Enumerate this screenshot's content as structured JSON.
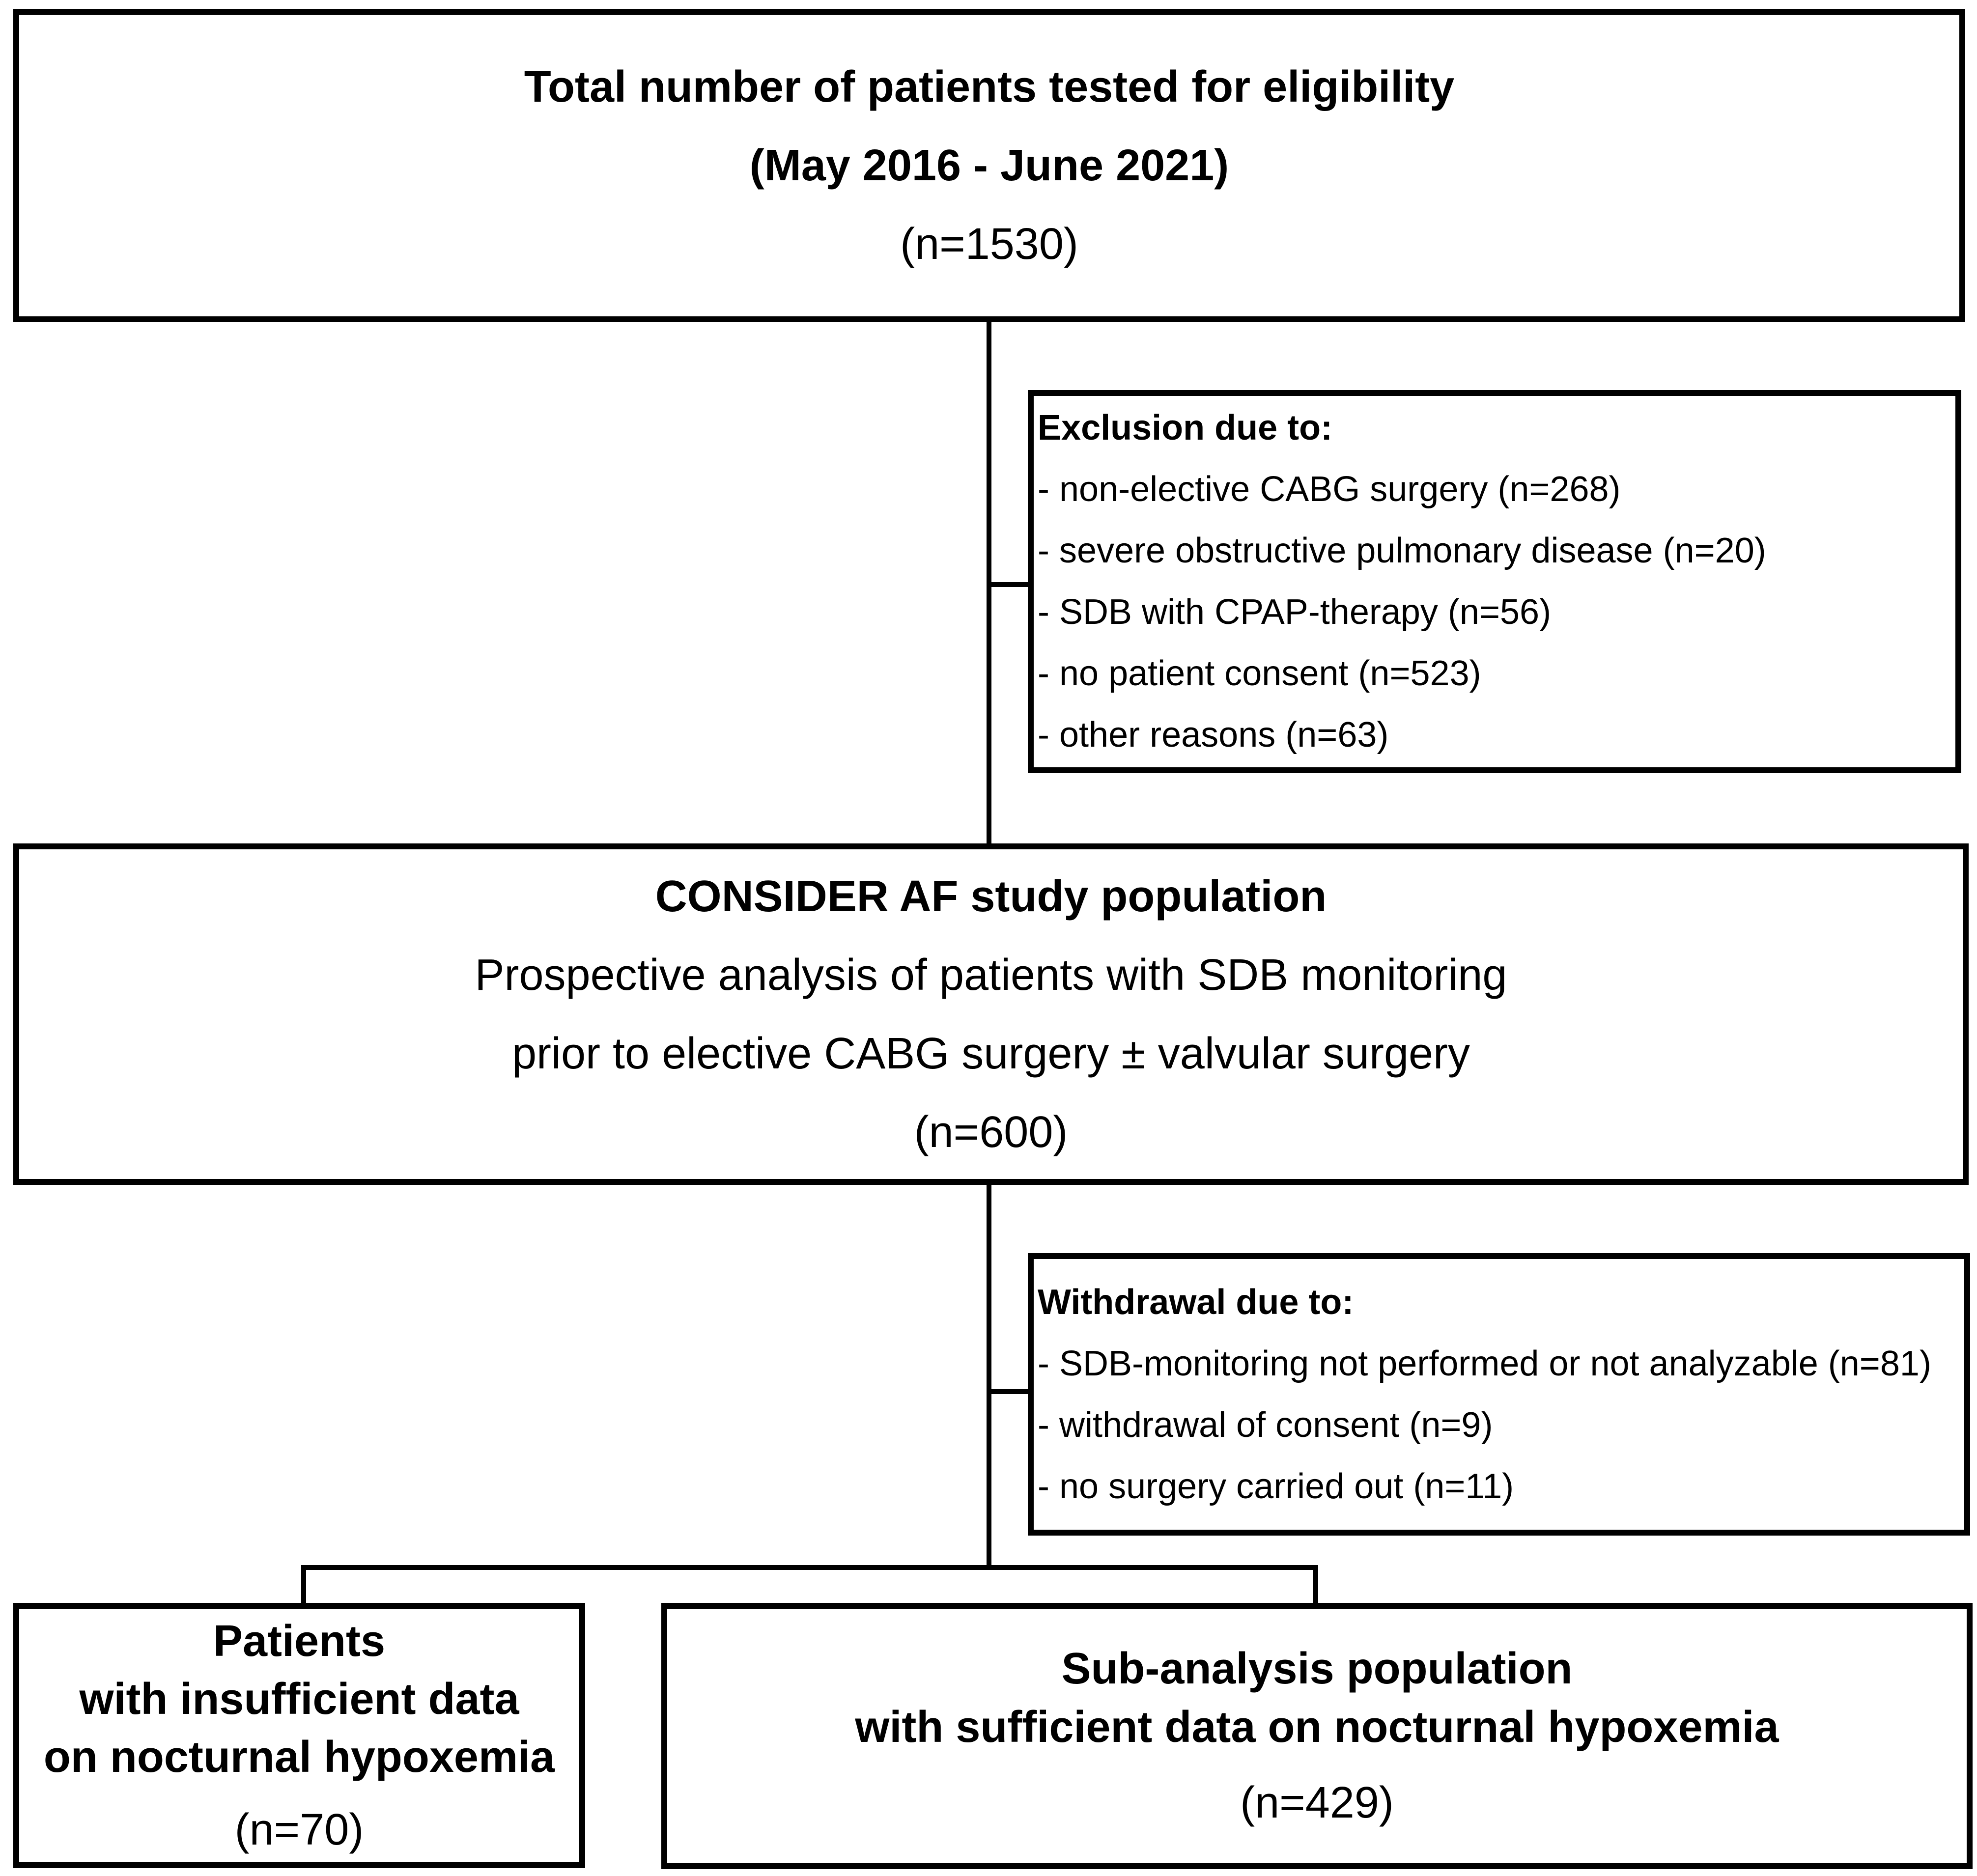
{
  "colors": {
    "line": "#000000",
    "background": "#ffffff",
    "text": "#000000"
  },
  "boxes": {
    "eligibility": {
      "line1": "Total number of patients tested for eligibility",
      "line2": "(May 2016 - June 2021)",
      "count": "(n=1530)"
    },
    "exclusion": {
      "title": "Exclusion due to:",
      "items": [
        "- non-elective CABG surgery (n=268)",
        "- severe obstructive pulmonary disease (n=20)",
        "- SDB with CPAP-therapy (n=56)",
        "- no patient consent (n=523)",
        "- other reasons (n=63)"
      ]
    },
    "study_population": {
      "line1": "CONSIDER AF study population",
      "line2": "Prospective analysis of patients with SDB monitoring",
      "line3": "prior to elective CABG surgery ± valvular surgery",
      "count": "(n=600)"
    },
    "withdrawal": {
      "title": "Withdrawal due to:",
      "items": [
        "- SDB-monitoring not performed or not analyzable (n=81)",
        "- withdrawal of consent (n=9)",
        "- no surgery carried out (n=11)"
      ]
    },
    "insufficient_data": {
      "line1": "Patients",
      "line2": "with insufficient data",
      "line3": "on nocturnal hypoxemia",
      "count": "(n=70)"
    },
    "sub_analysis": {
      "line1": "Sub-analysis population",
      "line2": "with sufficient data on nocturnal hypoxemia",
      "count": "(n=429)"
    }
  }
}
